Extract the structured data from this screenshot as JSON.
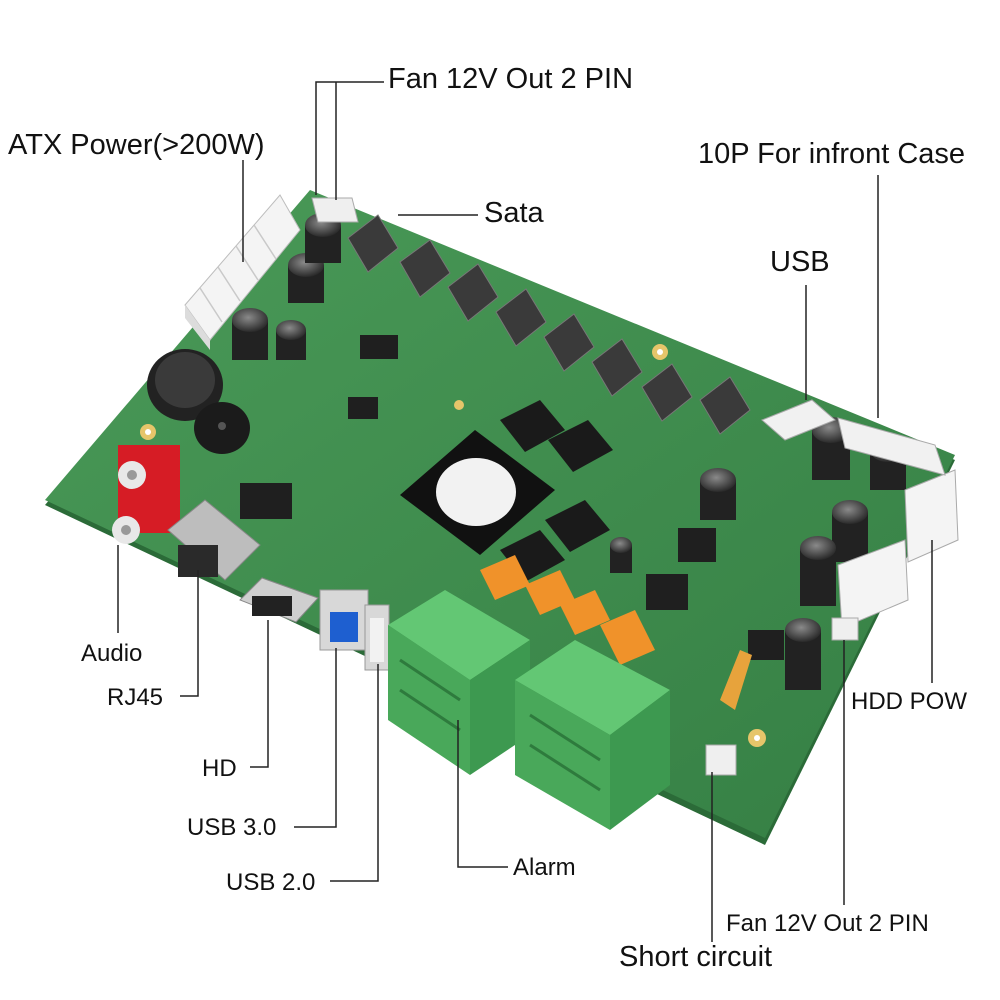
{
  "labels": {
    "fan_top": "Fan 12V Out 2 PIN",
    "atx_power": "ATX Power(>200W)",
    "sata": "Sata",
    "front_case": "10P For infront Case",
    "usb": "USB",
    "audio": "Audio",
    "rj45": "RJ45",
    "hd": "HD",
    "usb3": "USB 3.0",
    "usb2": "USB 2.0",
    "alarm": "Alarm",
    "hdd_pow": "HDD POW",
    "fan_bottom": "Fan 12V Out 2 PIN",
    "short_circuit": "Short circuit"
  },
  "colors": {
    "pcb": "#3f8f4f",
    "pcb_edge": "#2d6b3a",
    "terminal": "#5bbf6b",
    "relay": "#f0922a",
    "rca": "#e0202a",
    "usb3_blue": "#1e5fd0",
    "leader": "#222222"
  }
}
